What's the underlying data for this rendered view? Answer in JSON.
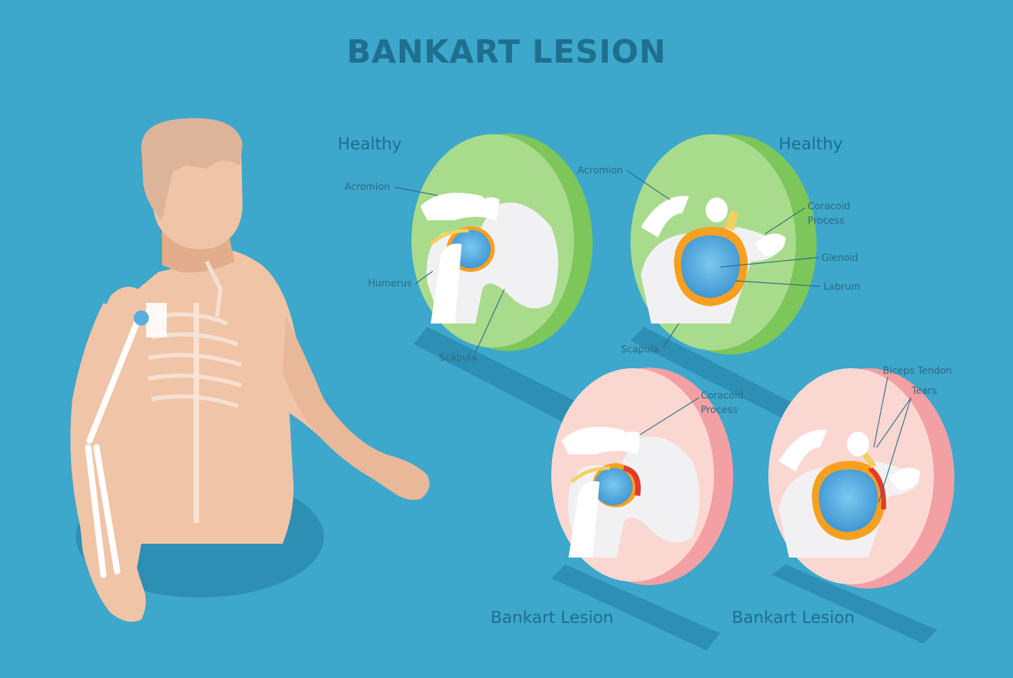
{
  "title": "BANKART LESION",
  "panels": {
    "healthy_left": {
      "heading": "Healthy",
      "labels": {
        "acromion": "Acromion",
        "humerus": "Humerus",
        "scapula": "Scapula"
      }
    },
    "healthy_right": {
      "heading": "Healthy",
      "labels": {
        "acromion": "Acromion",
        "coracoid_line1": "Coracoid",
        "coracoid_line2": "Process",
        "glenoid": "Glenoid",
        "labrum": "Labrum",
        "scapula": "Scapula"
      }
    },
    "lesion_left": {
      "caption": "Bankart Lesion",
      "labels": {
        "coracoid_line1": "Coracoid",
        "coracoid_line2": "Process"
      }
    },
    "lesion_right": {
      "caption": "Bankart Lesion",
      "labels": {
        "biceps_tendon": "Biceps Tendon",
        "tears": "Tears"
      }
    }
  },
  "colors": {
    "background": "#3da7cc",
    "title": "#1f6f8f",
    "skin": "#f0c4a6",
    "healthy_disc": "#a9db8c",
    "healthy_rim": "#7cc65a",
    "lesion_disc": "#fbd7d2",
    "lesion_rim": "#f2a0a3",
    "glenoid": "#5aaee0",
    "labrum": "#f7a020",
    "tear": "#e23b2a"
  }
}
